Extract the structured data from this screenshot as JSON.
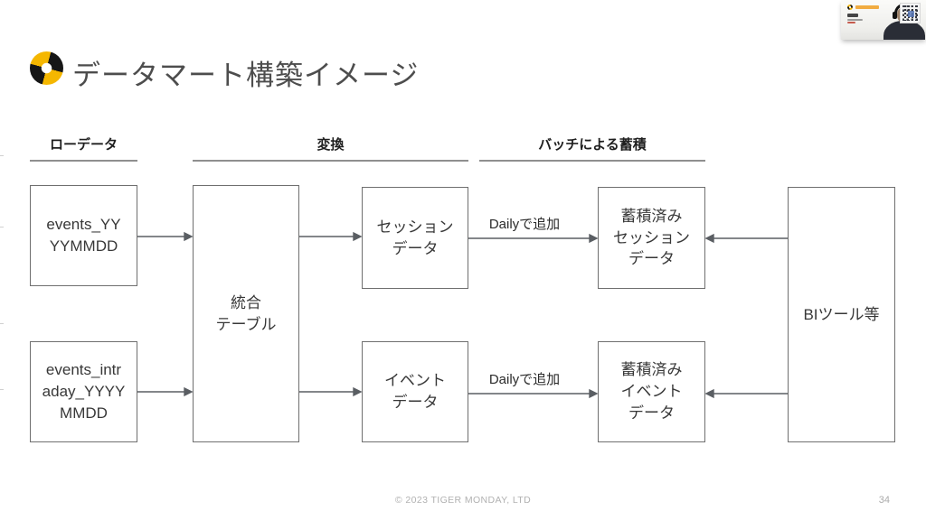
{
  "header": {
    "title": "データマート構築イメージ"
  },
  "diagram": {
    "section_headers": [
      {
        "id": "raw-data",
        "label": "ローデータ"
      },
      {
        "id": "transformation",
        "label": "変換"
      },
      {
        "id": "batch-accumulation",
        "label": "バッチによる蓄積"
      }
    ],
    "nodes": [
      {
        "id": "events-daily-table",
        "label": "events_YY\nYYMMDD"
      },
      {
        "id": "events-intraday-table",
        "label": "events_intr\naday_YYYY\nMMDD"
      },
      {
        "id": "unified-table",
        "label": "統合\nテーブル"
      },
      {
        "id": "session-data",
        "label": "セッション\nデータ"
      },
      {
        "id": "event-data",
        "label": "イベント\nデータ"
      },
      {
        "id": "accumulated-session-data",
        "label": "蓄積済み\nセッション\nデータ"
      },
      {
        "id": "accumulated-event-data",
        "label": "蓄積済み\nイベント\nデータ"
      },
      {
        "id": "bi-tools",
        "label": "BIツール等"
      }
    ],
    "arrow_labels": [
      {
        "id": "daily-append-top",
        "label": "Dailyで追加"
      },
      {
        "id": "daily-append-bottom",
        "label": "Dailyで追加"
      }
    ]
  },
  "footer": {
    "copyright": "© 2023 TIGER MONDAY, LTD",
    "page_number": "34"
  },
  "colors": {
    "brand_yellow": "#f5b700",
    "brand_black": "#161616",
    "box_border": "#6f6f6f",
    "arrow_gray": "#5a5e63",
    "title_text": "#4d4d4d",
    "footer_text": "#b1b1b1"
  }
}
